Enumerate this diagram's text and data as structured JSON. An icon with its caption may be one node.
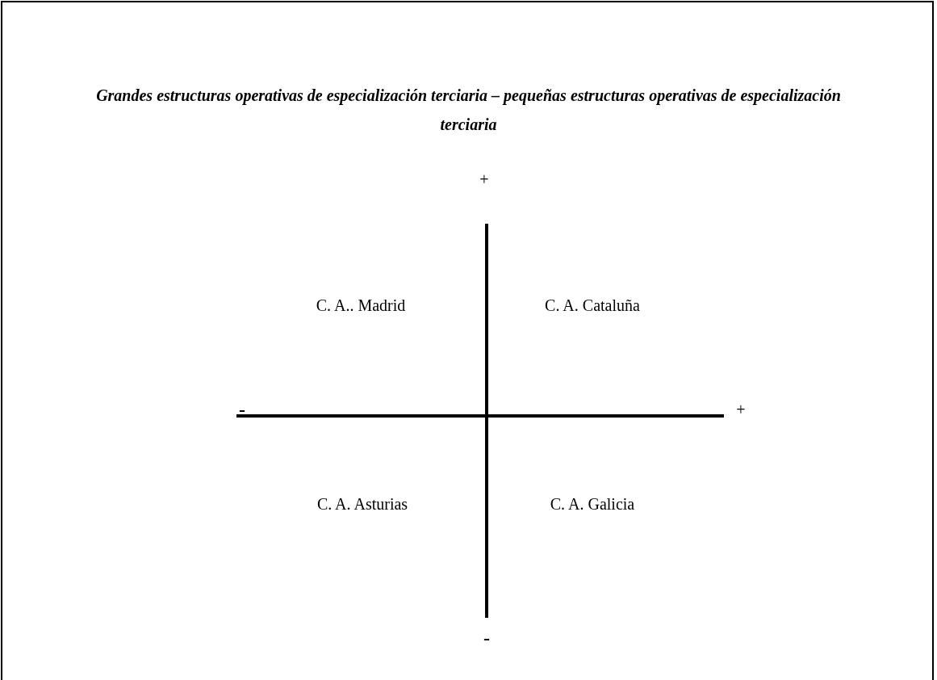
{
  "diagram": {
    "title": "Grandes estructuras operativas de especialización terciaria – pequeñas estructuras operativas de especialización terciaria",
    "labels": [
      "+",
      "C. A.. Madrid",
      "C. A. Cataluña",
      "-",
      "+",
      "C. A. Asturias",
      "C. A. Galicia",
      "-"
    ]
  }
}
